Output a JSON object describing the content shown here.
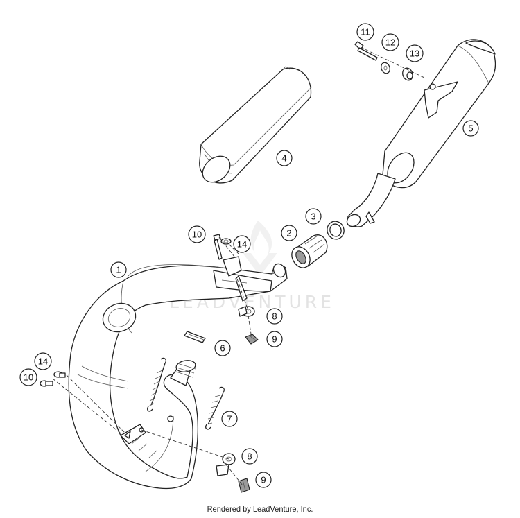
{
  "watermark": "LEADVENTURE",
  "credit": "Rendered by LeadVenture, Inc.",
  "callouts": [
    {
      "id": "callout-1",
      "label": "1"
    },
    {
      "id": "callout-2",
      "label": "2"
    },
    {
      "id": "callout-3",
      "label": "3"
    },
    {
      "id": "callout-4",
      "label": "4"
    },
    {
      "id": "callout-5",
      "label": "5"
    },
    {
      "id": "callout-6",
      "label": "6"
    },
    {
      "id": "callout-7",
      "label": "7"
    },
    {
      "id": "callout-8a",
      "label": "8"
    },
    {
      "id": "callout-8b",
      "label": "8"
    },
    {
      "id": "callout-9a",
      "label": "9"
    },
    {
      "id": "callout-9b",
      "label": "9"
    },
    {
      "id": "callout-10a",
      "label": "10"
    },
    {
      "id": "callout-10b",
      "label": "10"
    },
    {
      "id": "callout-11",
      "label": "11"
    },
    {
      "id": "callout-12",
      "label": "12"
    },
    {
      "id": "callout-13",
      "label": "13"
    },
    {
      "id": "callout-14a",
      "label": "14"
    },
    {
      "id": "callout-14b",
      "label": "14"
    }
  ]
}
